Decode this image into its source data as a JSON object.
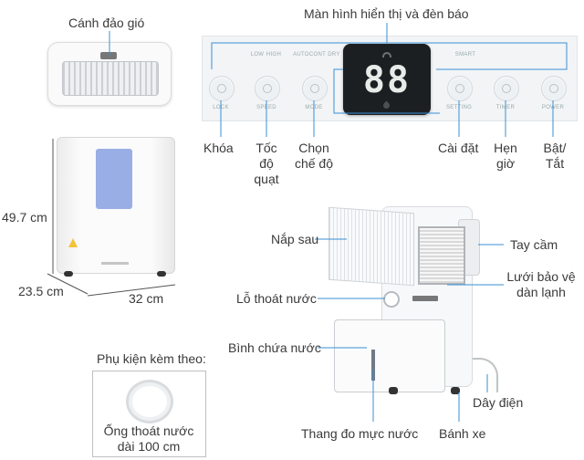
{
  "labels": {
    "wing": "Cánh đảo gió",
    "display": "Màn hình hiển thị và đèn báo",
    "lock": "Khóa",
    "fan_speed": [
      "Tốc",
      "độ",
      "quạt"
    ],
    "mode": [
      "Chọn",
      "chế độ"
    ],
    "setting": "Cài đặt",
    "timer": [
      "Hẹn",
      "giờ"
    ],
    "power": [
      "Bật/",
      "Tắt"
    ],
    "height": "49.7 cm",
    "depth": "23.5 cm",
    "width": "32 cm",
    "back_cover": "Nắp sau",
    "handle": "Tay cầm",
    "grille": [
      "Lưới bảo vệ",
      "dàn lạnh"
    ],
    "drain_hole": "Lỗ thoát nước",
    "tank": "Bình chứa nước",
    "power_cord": "Dây điện",
    "water_gauge": "Thang đo mực nước",
    "wheels": "Bánh xe",
    "accessories": "Phụ kiện kèm theo:",
    "hose": [
      "Ống thoát nước",
      "dài 100 cm"
    ]
  },
  "panel": {
    "digits": "88",
    "buttons": [
      "LOCK",
      "SPEED",
      "MODE",
      "SETTING",
      "TIMER",
      "POWER"
    ],
    "mini_labels": [
      "LOW",
      "HIGH",
      "AUTO",
      "CONT",
      "DRY",
      "SMART"
    ]
  },
  "colors": {
    "leader": "#3a8fd6",
    "panel_bg": "#f2f4f6",
    "display_bg": "#1c1f22",
    "digit": "#e6ece8",
    "body_white": "#f7f8f9",
    "front_label": "#8fa2e0"
  }
}
